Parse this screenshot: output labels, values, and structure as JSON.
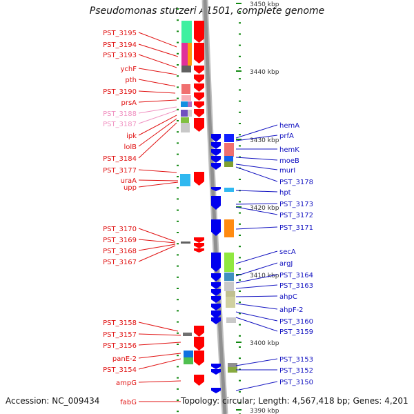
{
  "title": "Pseudomonas stutzeri A1501, complete genome",
  "footer": {
    "accession": "Accession: NC_009434",
    "summary": "Topology: circular; Length: 4,567,418 bp; Genes: 4,201"
  },
  "scale": {
    "ticks": [
      "3450 kbp",
      "3440 kbp",
      "3430 kbp",
      "3420 kbp",
      "3410 kbp",
      "3400 kbp",
      "3390 kbp"
    ]
  },
  "colors": {
    "reverse_label": "#e01010",
    "forward_label": "#1010c0",
    "highlight_label": "#f090c0",
    "reverse_arrow": "#ff0000",
    "forward_arrow": "#0000ee",
    "backbone": "#909090",
    "tick": "#118811"
  },
  "left_labels": [
    {
      "text": "PST_3195",
      "highlight": false
    },
    {
      "text": "PST_3194",
      "highlight": false
    },
    {
      "text": "PST_3193",
      "highlight": false
    },
    {
      "text": "ychF",
      "highlight": false
    },
    {
      "text": "pth",
      "highlight": false
    },
    {
      "text": "PST_3190",
      "highlight": false
    },
    {
      "text": "prsA",
      "highlight": false
    },
    {
      "text": "PST_3188",
      "highlight": true
    },
    {
      "text": "PST_3187",
      "highlight": true
    },
    {
      "text": "ipk",
      "highlight": false
    },
    {
      "text": "lolB",
      "highlight": false
    },
    {
      "text": "PST_3184",
      "highlight": false
    },
    {
      "text": "PST_3177",
      "highlight": false
    },
    {
      "text": "uraA",
      "highlight": false
    },
    {
      "text": "upp",
      "highlight": false
    },
    {
      "text": "PST_3170",
      "highlight": false
    },
    {
      "text": "PST_3169",
      "highlight": false
    },
    {
      "text": "PST_3168",
      "highlight": false
    },
    {
      "text": "PST_3167",
      "highlight": false
    },
    {
      "text": "PST_3158",
      "highlight": false
    },
    {
      "text": "PST_3157",
      "highlight": false
    },
    {
      "text": "PST_3156",
      "highlight": false
    },
    {
      "text": "panE-2",
      "highlight": false
    },
    {
      "text": "PST_3154",
      "highlight": false
    },
    {
      "text": "ampG",
      "highlight": false
    },
    {
      "text": "fabG",
      "highlight": false
    }
  ],
  "right_labels": [
    {
      "text": "hemA"
    },
    {
      "text": "prfA"
    },
    {
      "text": "hemK"
    },
    {
      "text": "moeB"
    },
    {
      "text": "murI"
    },
    {
      "text": "PST_3178"
    },
    {
      "text": "hpt"
    },
    {
      "text": "PST_3173"
    },
    {
      "text": "PST_3172"
    },
    {
      "text": "PST_3171"
    },
    {
      "text": "secA"
    },
    {
      "text": "argJ"
    },
    {
      "text": "PST_3164"
    },
    {
      "text": "PST_3163"
    },
    {
      "text": "ahpC"
    },
    {
      "text": "ahpF-2"
    },
    {
      "text": "PST_3160"
    },
    {
      "text": "PST_3159"
    },
    {
      "text": "PST_3153"
    },
    {
      "text": "PST_3152"
    },
    {
      "text": "PST_3150"
    }
  ]
}
